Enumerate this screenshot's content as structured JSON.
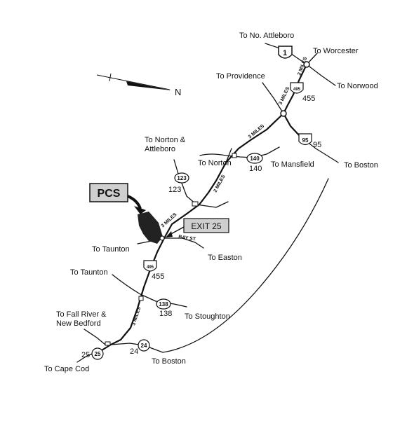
{
  "north": {
    "letter": "N"
  },
  "pcs_label": "PCS",
  "exit_label": "EXIT 25",
  "shields": {
    "us1": "1",
    "i495_top": "495",
    "i95": "95",
    "rt140": "140",
    "rt123": "123",
    "i495_mid": "495",
    "rt138": "138",
    "rt25": "25",
    "rt24": "24"
  },
  "route_numbers": {
    "n455_top": "455",
    "n95": "95",
    "n140": "140",
    "n123": "123",
    "n455_mid": "455",
    "n138": "138",
    "n25": "25",
    "n24": "24"
  },
  "labels": {
    "no_attleboro": "To No. Attleboro",
    "worcester": "To Worcester",
    "providence": "To Providence",
    "norwood": "To Norwood",
    "norton_attleboro_1": "To Norton &",
    "norton_attleboro_2": "Attleboro",
    "norton": "To Norton",
    "mansfield": "To Mansfield",
    "boston_top": "To Boston",
    "taunton_1": "To Taunton",
    "easton": "To Easton",
    "taunton_2": "To Taunton",
    "stoughton": "To Stoughton",
    "fall_river_1": "To Fall River &",
    "fall_river_2": "New Bedford",
    "cape_cod": "To Cape Cod",
    "boston_bottom": "To Boston"
  },
  "distance_labels": {
    "d1": "2 MILES",
    "d2": "3 MILES",
    "d3": "3 MILES",
    "d4": "2 MILES",
    "d5": "3 MILES",
    "d6": "3 MILES"
  },
  "street_label": "BAY ST"
}
